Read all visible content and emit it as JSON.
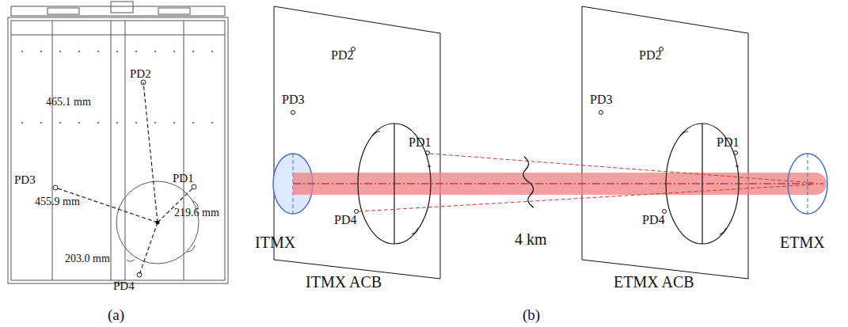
{
  "diagram": {
    "labels": [
      "PD2",
      "465.1 mm",
      "PD3",
      "455.9 mm",
      "PD1",
      "219.6 mm",
      "203.0 mm",
      "PD4",
      "(a)",
      "PD2",
      "PD3",
      "PD1",
      "PD4",
      "ITMX",
      "ITMX ACB",
      "4 km",
      "PD2",
      "PD3",
      "PD1",
      "PD4",
      "ETMX ACB",
      "ETMX",
      "(b)"
    ]
  }
}
